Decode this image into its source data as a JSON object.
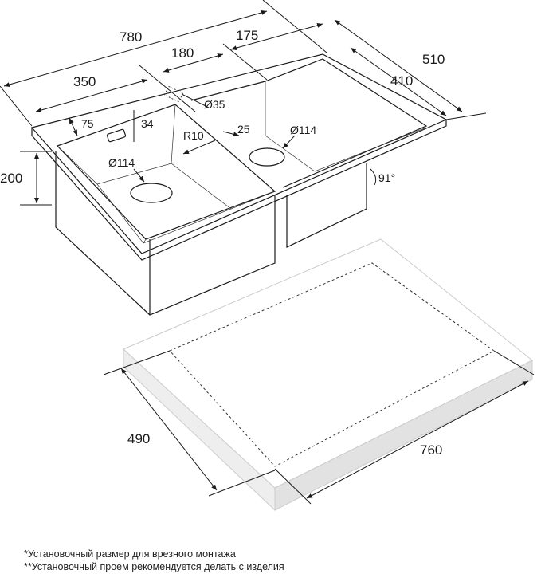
{
  "dimensions": {
    "overall_width": "780",
    "overall_depth": "510",
    "left_section": "350",
    "middle": "180",
    "right_bowl": "175",
    "right_depth": "410",
    "height": "200",
    "rim_offset": "75",
    "overflow_height": "34",
    "tap_hole": "Ø35",
    "corner_radius": "R10",
    "gap": "25",
    "drain_left": "Ø114",
    "drain_right": "Ø114",
    "angle": "91°",
    "cutout_depth": "490",
    "cutout_width": "760"
  },
  "notes": [
    "*Установочный размер для врезного монтажа",
    "**Установочный проем рекомендуется делать с изделия"
  ]
}
